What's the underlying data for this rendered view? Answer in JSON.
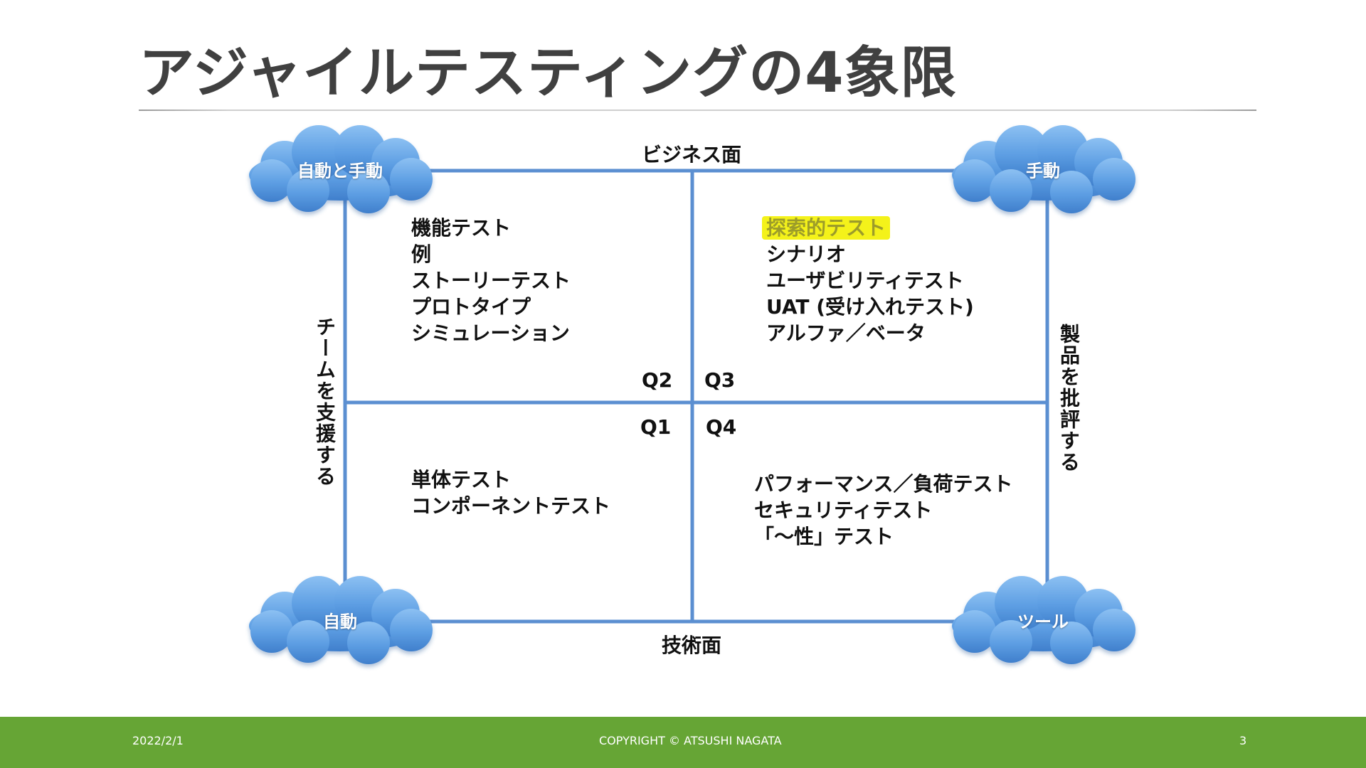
{
  "slide": {
    "title": "アジャイルテスティングの4象限"
  },
  "axes": {
    "top": "ビジネス面",
    "bottom": "技術面",
    "left": "チームを支援する",
    "right": "製品を批評する"
  },
  "clouds": {
    "top_left": "自動と手動",
    "top_right": "手動",
    "bottom_left": "自動",
    "bottom_right": "ツール"
  },
  "quadrants": {
    "q2": {
      "label": "Q2",
      "items": [
        "機能テスト",
        "例",
        "ストーリーテスト",
        "プロトタイプ",
        "シミュレーション"
      ]
    },
    "q3": {
      "label": "Q3",
      "highlight": "探索的テスト",
      "items": [
        "シナリオ",
        "ユーザビリティテスト",
        "UAT (受け入れテスト)",
        "アルファ／ベータ"
      ]
    },
    "q1": {
      "label": "Q1",
      "items": [
        "単体テスト",
        "コンポーネントテスト"
      ]
    },
    "q4": {
      "label": "Q4",
      "items": [
        "パフォーマンス／負荷テスト",
        "セキュリティテスト",
        "「～性」テスト"
      ]
    }
  },
  "footer": {
    "date": "2022/2/1",
    "copyright": "COPYRIGHT © ATSUSHI NAGATA",
    "page_number": "3"
  },
  "colors": {
    "grid_line": "#5b8fd1",
    "cloud_fill": "#5d9ee3",
    "highlight": "#f4f21a",
    "footer_bg": "#66a535"
  }
}
